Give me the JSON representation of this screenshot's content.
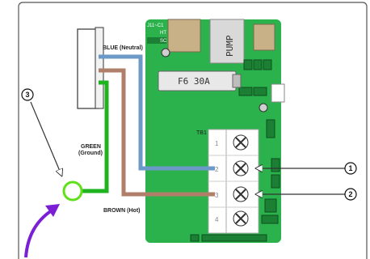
{
  "labels": {
    "blue_wire": "BLUE (Neutral)",
    "green_wire_line1": "GREEN",
    "green_wire_line2": "(Ground)",
    "brown_wire": "BROWN (Hot)",
    "fuse": "F6 30A",
    "pump": "PUMP",
    "terminal_block": "TB1",
    "board_top_text": "J11~C1",
    "board_text_2": "HT",
    "board_text_3": "SC"
  },
  "callouts": [
    "1",
    "2",
    "3"
  ],
  "terminals": [
    "1",
    "2",
    "3",
    "4"
  ],
  "colors": {
    "board": "#2bb24c",
    "blue_wire": "#6b9ac8",
    "brown_wire": "#b07f6a",
    "green_wire": "#1fb31f",
    "ground_ring": "#5fe01a",
    "arrow": "#7a1fd6"
  }
}
